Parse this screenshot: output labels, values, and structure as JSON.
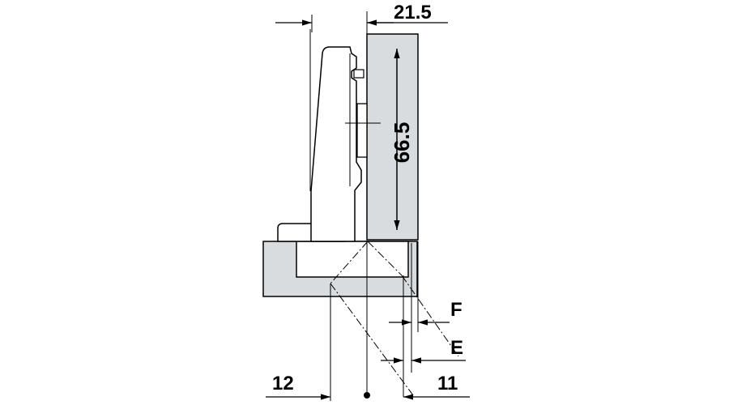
{
  "drawing": {
    "title": "",
    "dimensions": {
      "top_offset": "21.5",
      "plate_height": "66.5",
      "f_label": "F",
      "e_label": "E",
      "left_bottom": "12",
      "right_bottom": "11"
    },
    "colors": {
      "panel_fill": "#d9dcdf",
      "line": "#000000",
      "background": "#ffffff"
    }
  }
}
